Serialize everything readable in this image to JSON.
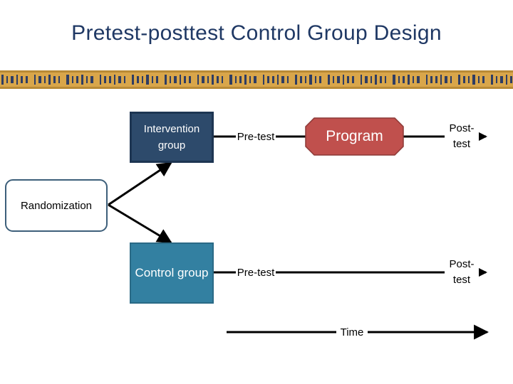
{
  "title": "Pretest-posttest Control Group Design",
  "colors": {
    "title": "#1f3864",
    "intervention_box": "#2d4a6b",
    "control_box": "#3380a1",
    "program_box": "#c0504d",
    "band_bg": "#d9a64a",
    "band_glyphs": "#2f3d63"
  },
  "diagram": {
    "intervention_group": "Intervention group",
    "control_group": "Control group",
    "randomization": "Randomization",
    "pre_test_top": "Pre-test",
    "program": "Program",
    "post_test_top": "Post-test",
    "pre_test_bottom": "Pre-test",
    "post_test_bottom": "Post-test",
    "time": "Time"
  }
}
